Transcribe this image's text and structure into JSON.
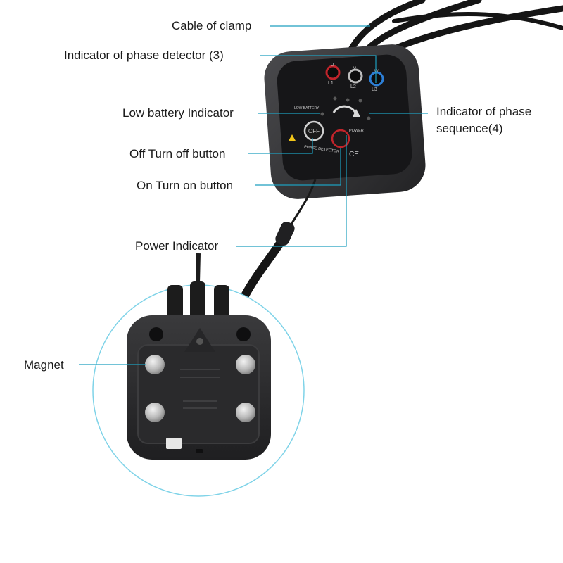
{
  "callouts": {
    "cable_of_clamp": "Cable of clamp",
    "indicator_phase_detector": "Indicator of phase detector (3)",
    "low_battery_indicator": "Low battery Indicator",
    "indicator_phase_sequence_line1": "Indicator of phase",
    "indicator_phase_sequence_line2": "sequence(4)",
    "off_button": "Off Turn off button",
    "on_button": "On Turn on button",
    "power_indicator": "Power Indicator",
    "magnet": "Magnet"
  },
  "device": {
    "off_label": "OFF",
    "power_label": "POWER",
    "phase_detector_label": "PHASE DETECTOR",
    "low_battery_label": "LOW BATTERY",
    "terminals": [
      {
        "top": "U",
        "bottom": "L1"
      },
      {
        "top": "V",
        "bottom": "L2"
      },
      {
        "top": "W",
        "bottom": "L3"
      }
    ]
  },
  "colors": {
    "leader_line": "#1e9fbf",
    "zoom_circle": "#7fd3e8",
    "terminal_red": "#c0242b",
    "terminal_blue": "#2d7fd6",
    "device_body": "#2e2e30",
    "device_face": "#141416"
  }
}
